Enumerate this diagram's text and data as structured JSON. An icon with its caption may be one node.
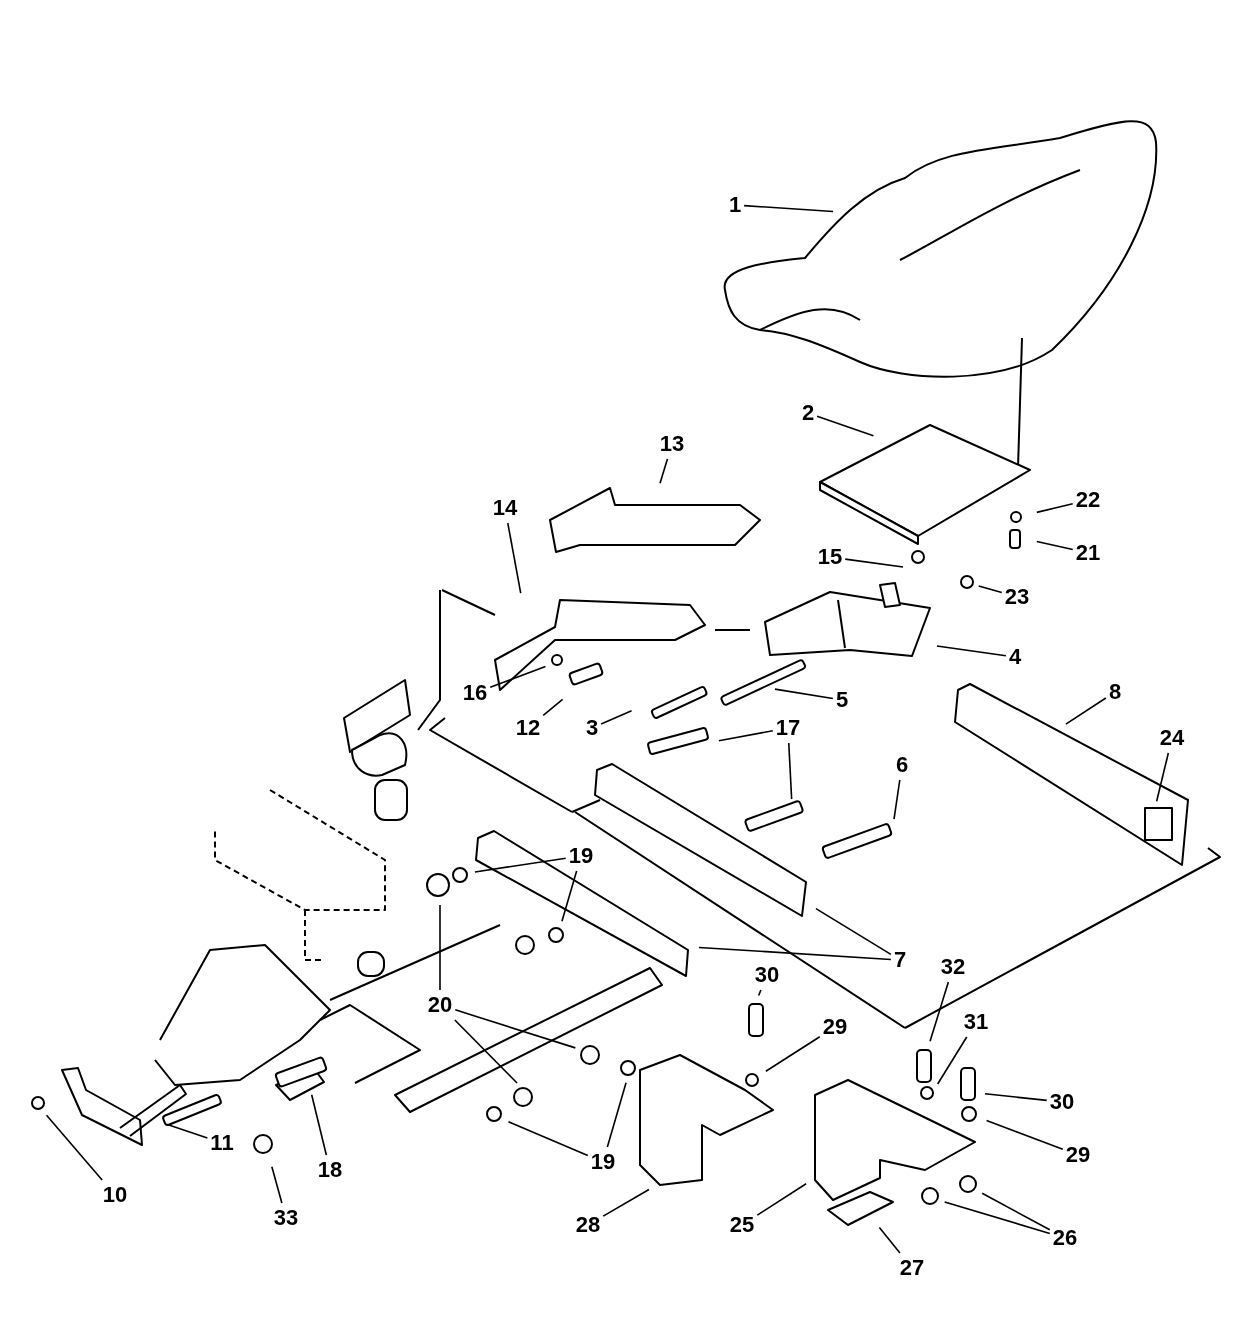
{
  "diagram": {
    "nodes": [
      {
        "text": [
          "1"
        ]
      },
      {
        "text": [
          "2"
        ]
      },
      {
        "text": [
          "13"
        ]
      },
      {
        "text": [
          "22"
        ]
      },
      {
        "text": [
          "14"
        ]
      },
      {
        "text": [
          "15"
        ]
      },
      {
        "text": [
          "21"
        ]
      },
      {
        "text": [
          "23"
        ]
      },
      {
        "text": [
          "4"
        ]
      },
      {
        "text": [
          "16"
        ]
      },
      {
        "text": [
          "12"
        ]
      },
      {
        "text": [
          "3"
        ]
      },
      {
        "text": [
          "5"
        ]
      },
      {
        "text": [
          "8"
        ]
      },
      {
        "text": [
          "17"
        ]
      },
      {
        "text": [
          "24"
        ]
      },
      {
        "text": [
          "6"
        ]
      },
      {
        "text": [
          "19"
        ]
      },
      {
        "text": [
          "7"
        ]
      },
      {
        "text": [
          "20"
        ]
      },
      {
        "text": [
          "30"
        ]
      },
      {
        "text": [
          "32"
        ]
      },
      {
        "text": [
          "29"
        ]
      },
      {
        "text": [
          "31"
        ]
      },
      {
        "text": [
          "30"
        ]
      },
      {
        "text": [
          "19"
        ]
      },
      {
        "text": [
          "29"
        ]
      },
      {
        "text": [
          "10"
        ]
      },
      {
        "text": [
          "11"
        ]
      },
      {
        "text": [
          "33"
        ]
      },
      {
        "text": [
          "18"
        ]
      },
      {
        "text": [
          "28"
        ]
      },
      {
        "text": [
          "25"
        ]
      },
      {
        "text": [
          "26"
        ]
      },
      {
        "text": [
          "27"
        ]
      }
    ],
    "edges": [
      {
        "from": 0,
        "to": null,
        "arrow": "none"
      },
      {
        "from": 1,
        "to": null,
        "arrow": "none"
      },
      {
        "from": 2,
        "to": null,
        "arrow": "none"
      },
      {
        "from": 3,
        "to": null,
        "arrow": "none"
      },
      {
        "from": 4,
        "to": null,
        "arrow": "none"
      },
      {
        "from": 5,
        "to": null,
        "arrow": "none"
      },
      {
        "from": 6,
        "to": null,
        "arrow": "none"
      },
      {
        "from": 7,
        "to": null,
        "arrow": "none"
      },
      {
        "from": 8,
        "to": null,
        "arrow": "none"
      },
      {
        "from": 9,
        "to": null,
        "arrow": "none"
      },
      {
        "from": 10,
        "to": null,
        "arrow": "none"
      },
      {
        "from": 11,
        "to": null,
        "arrow": "none"
      },
      {
        "from": 12,
        "to": null,
        "arrow": "none"
      },
      {
        "from": 13,
        "to": null,
        "arrow": "none"
      },
      {
        "from": 14,
        "to": null,
        "arrow": "none"
      },
      {
        "from": 14,
        "to": null,
        "arrow": "none"
      },
      {
        "from": 15,
        "to": null,
        "arrow": "none"
      },
      {
        "from": 16,
        "to": null,
        "arrow": "none"
      },
      {
        "from": 17,
        "to": null,
        "arrow": "none"
      },
      {
        "from": 17,
        "to": null,
        "arrow": "none"
      },
      {
        "from": 18,
        "to": null,
        "arrow": "none"
      },
      {
        "from": 18,
        "to": null,
        "arrow": "none"
      },
      {
        "from": 19,
        "to": null,
        "arrow": "none"
      },
      {
        "from": 19,
        "to": null,
        "arrow": "none"
      },
      {
        "from": 19,
        "to": null,
        "arrow": "none"
      },
      {
        "from": 20,
        "to": null,
        "arrow": "none"
      },
      {
        "from": 21,
        "to": null,
        "arrow": "none"
      },
      {
        "from": 22,
        "to": null,
        "arrow": "none"
      },
      {
        "from": 23,
        "to": null,
        "arrow": "none"
      },
      {
        "from": 24,
        "to": null,
        "arrow": "none"
      },
      {
        "from": 25,
        "to": null,
        "arrow": "none"
      },
      {
        "from": 25,
        "to": null,
        "arrow": "none"
      },
      {
        "from": 26,
        "to": null,
        "arrow": "none"
      },
      {
        "from": 27,
        "to": null,
        "arrow": "none"
      },
      {
        "from": 28,
        "to": null,
        "arrow": "none"
      },
      {
        "from": 29,
        "to": null,
        "arrow": "none"
      },
      {
        "from": 30,
        "to": null,
        "arrow": "none"
      },
      {
        "from": 31,
        "to": null,
        "arrow": "none"
      },
      {
        "from": 32,
        "to": null,
        "arrow": "none"
      },
      {
        "from": 33,
        "to": null,
        "arrow": "none"
      },
      {
        "from": 33,
        "to": null,
        "arrow": "none"
      },
      {
        "from": 34,
        "to": null,
        "arrow": "none"
      }
    ]
  }
}
